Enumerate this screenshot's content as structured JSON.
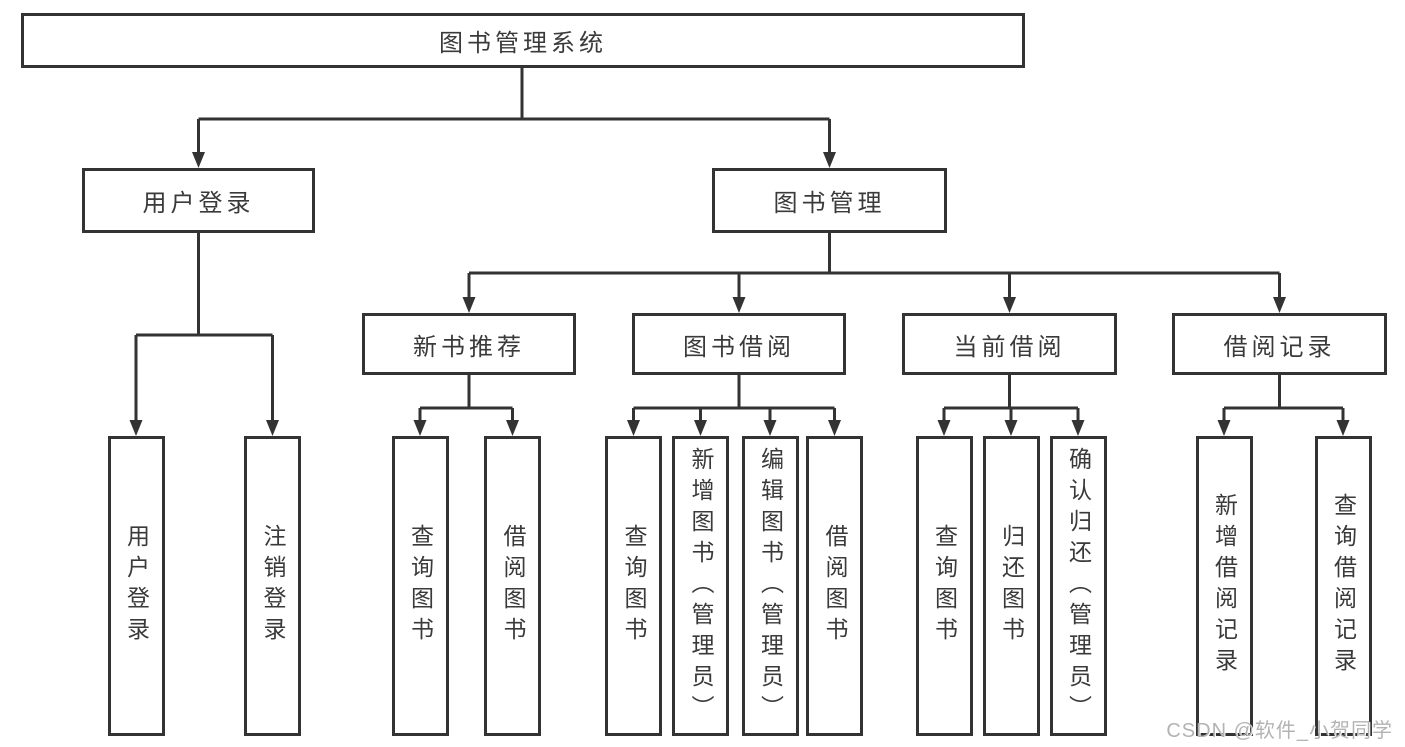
{
  "page": {
    "watermark": "CSDN @软件_小贺同学"
  },
  "colors": {
    "line": "#333333",
    "box_border": "#333333",
    "text": "#3a3a3a",
    "watermark": "#b3b3b3",
    "background": "#ffffff"
  },
  "tree": {
    "root": "图书管理系统",
    "branches": [
      {
        "label": "用户登录",
        "children": [
          "用户登录",
          "注销登录"
        ]
      },
      {
        "label": "图书管理",
        "sections": [
          {
            "label": "新书推荐",
            "children": [
              "查询图书",
              "借阅图书"
            ]
          },
          {
            "label": "图书借阅",
            "children": [
              "查询图书",
              "新增图书（管理员）",
              "编辑图书（管理员）",
              "借阅图书"
            ]
          },
          {
            "label": "当前借阅",
            "children": [
              "查询图书",
              "归还图书",
              "确认归还（管理员）"
            ]
          },
          {
            "label": "借阅记录",
            "children": [
              "新增借阅记录",
              "查询借阅记录"
            ]
          }
        ]
      }
    ]
  }
}
